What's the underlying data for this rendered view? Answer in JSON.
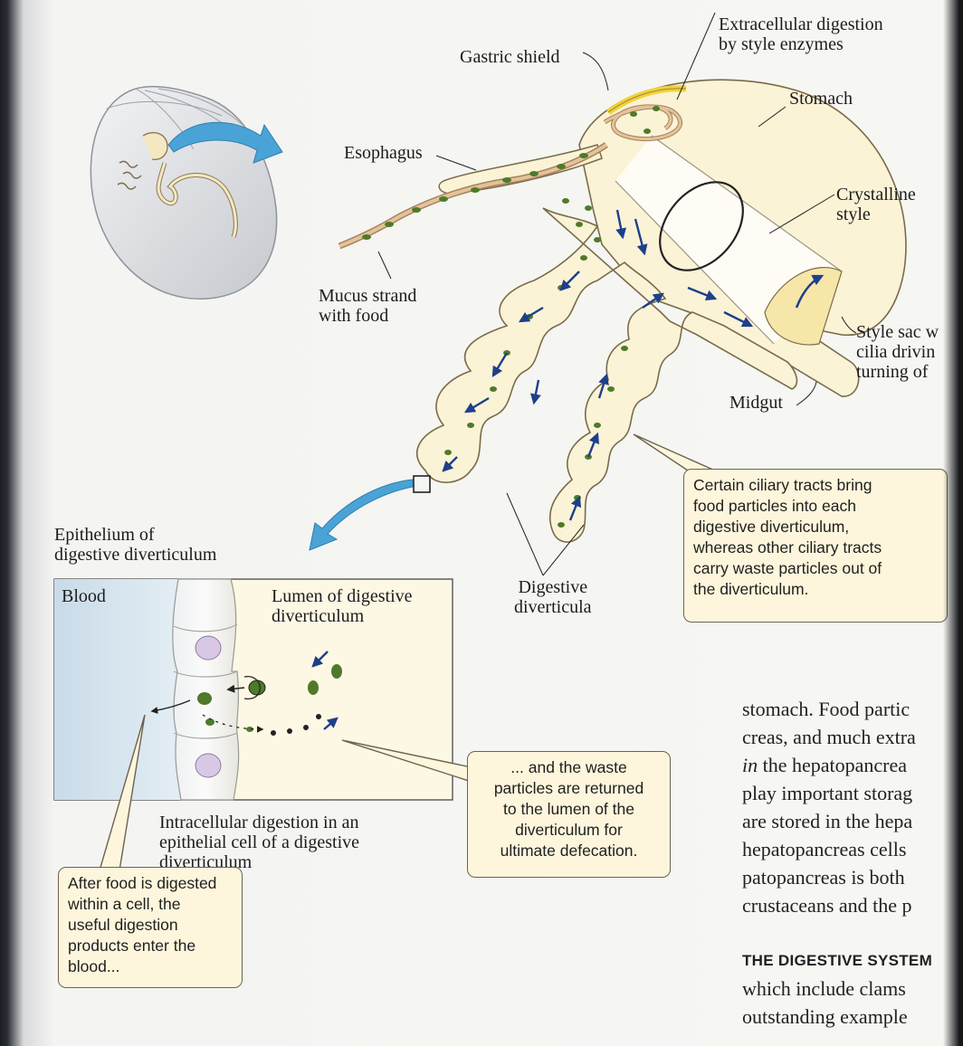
{
  "labels": {
    "gastric_shield": "Gastric shield",
    "extracellular": "Extracellular digestion\nby style enzymes",
    "stomach": "Stomach",
    "esophagus": "Esophagus",
    "crystalline_style": "Crystalline\nstyle",
    "mucus_strand": "Mucus strand\nwith food",
    "style_sac": "Style sac w\ncilia drivin\nturning of",
    "midgut": "Midgut",
    "digestive_diverticula": "Digestive\ndiverticula",
    "epithelium": "Epithelium of\ndigestive diverticulum",
    "blood": "Blood",
    "lumen": "Lumen of digestive\ndiverticulum",
    "intracellular": "Intracellular digestion in an\nepithelial cell of a digestive\ndiverticulum"
  },
  "callouts": {
    "ciliary": "Certain ciliary tracts bring\nfood particles into each\ndigestive diverticulum,\nwhereas other ciliary tracts\ncarry waste particles out of\nthe diverticulum.",
    "waste": "... and the waste\nparticles are returned\nto the lumen of the\ndiverticulum for\nultimate defecation.",
    "food": "After food is digested\nwithin a cell, the\nuseful digestion\nproducts enter the\nblood..."
  },
  "body_text": {
    "lines": [
      "stomach. Food partic",
      "creas, and much extra",
      "in the hepatopancrea",
      "play important storag",
      "are stored in the hepa",
      "hepatopancreas  cells",
      "patopancreas is both",
      "crustaceans and the p"
    ],
    "heading": "THE DIGESTIVE SYSTEM",
    "after_lines": [
      "which  include  clams",
      "outstanding example"
    ]
  },
  "colors": {
    "food_particle": "#4f7a2a",
    "arrow_blue": "#1e3f8a",
    "big_arrow": "#4aa3d6",
    "organ_fill": "#fbf3d6",
    "mucus_strand": "#d9b48a",
    "gastric_shield": "#f2d23a",
    "blood_bg": "#d7e6f0",
    "callout_bg": "#fdf6dc"
  }
}
